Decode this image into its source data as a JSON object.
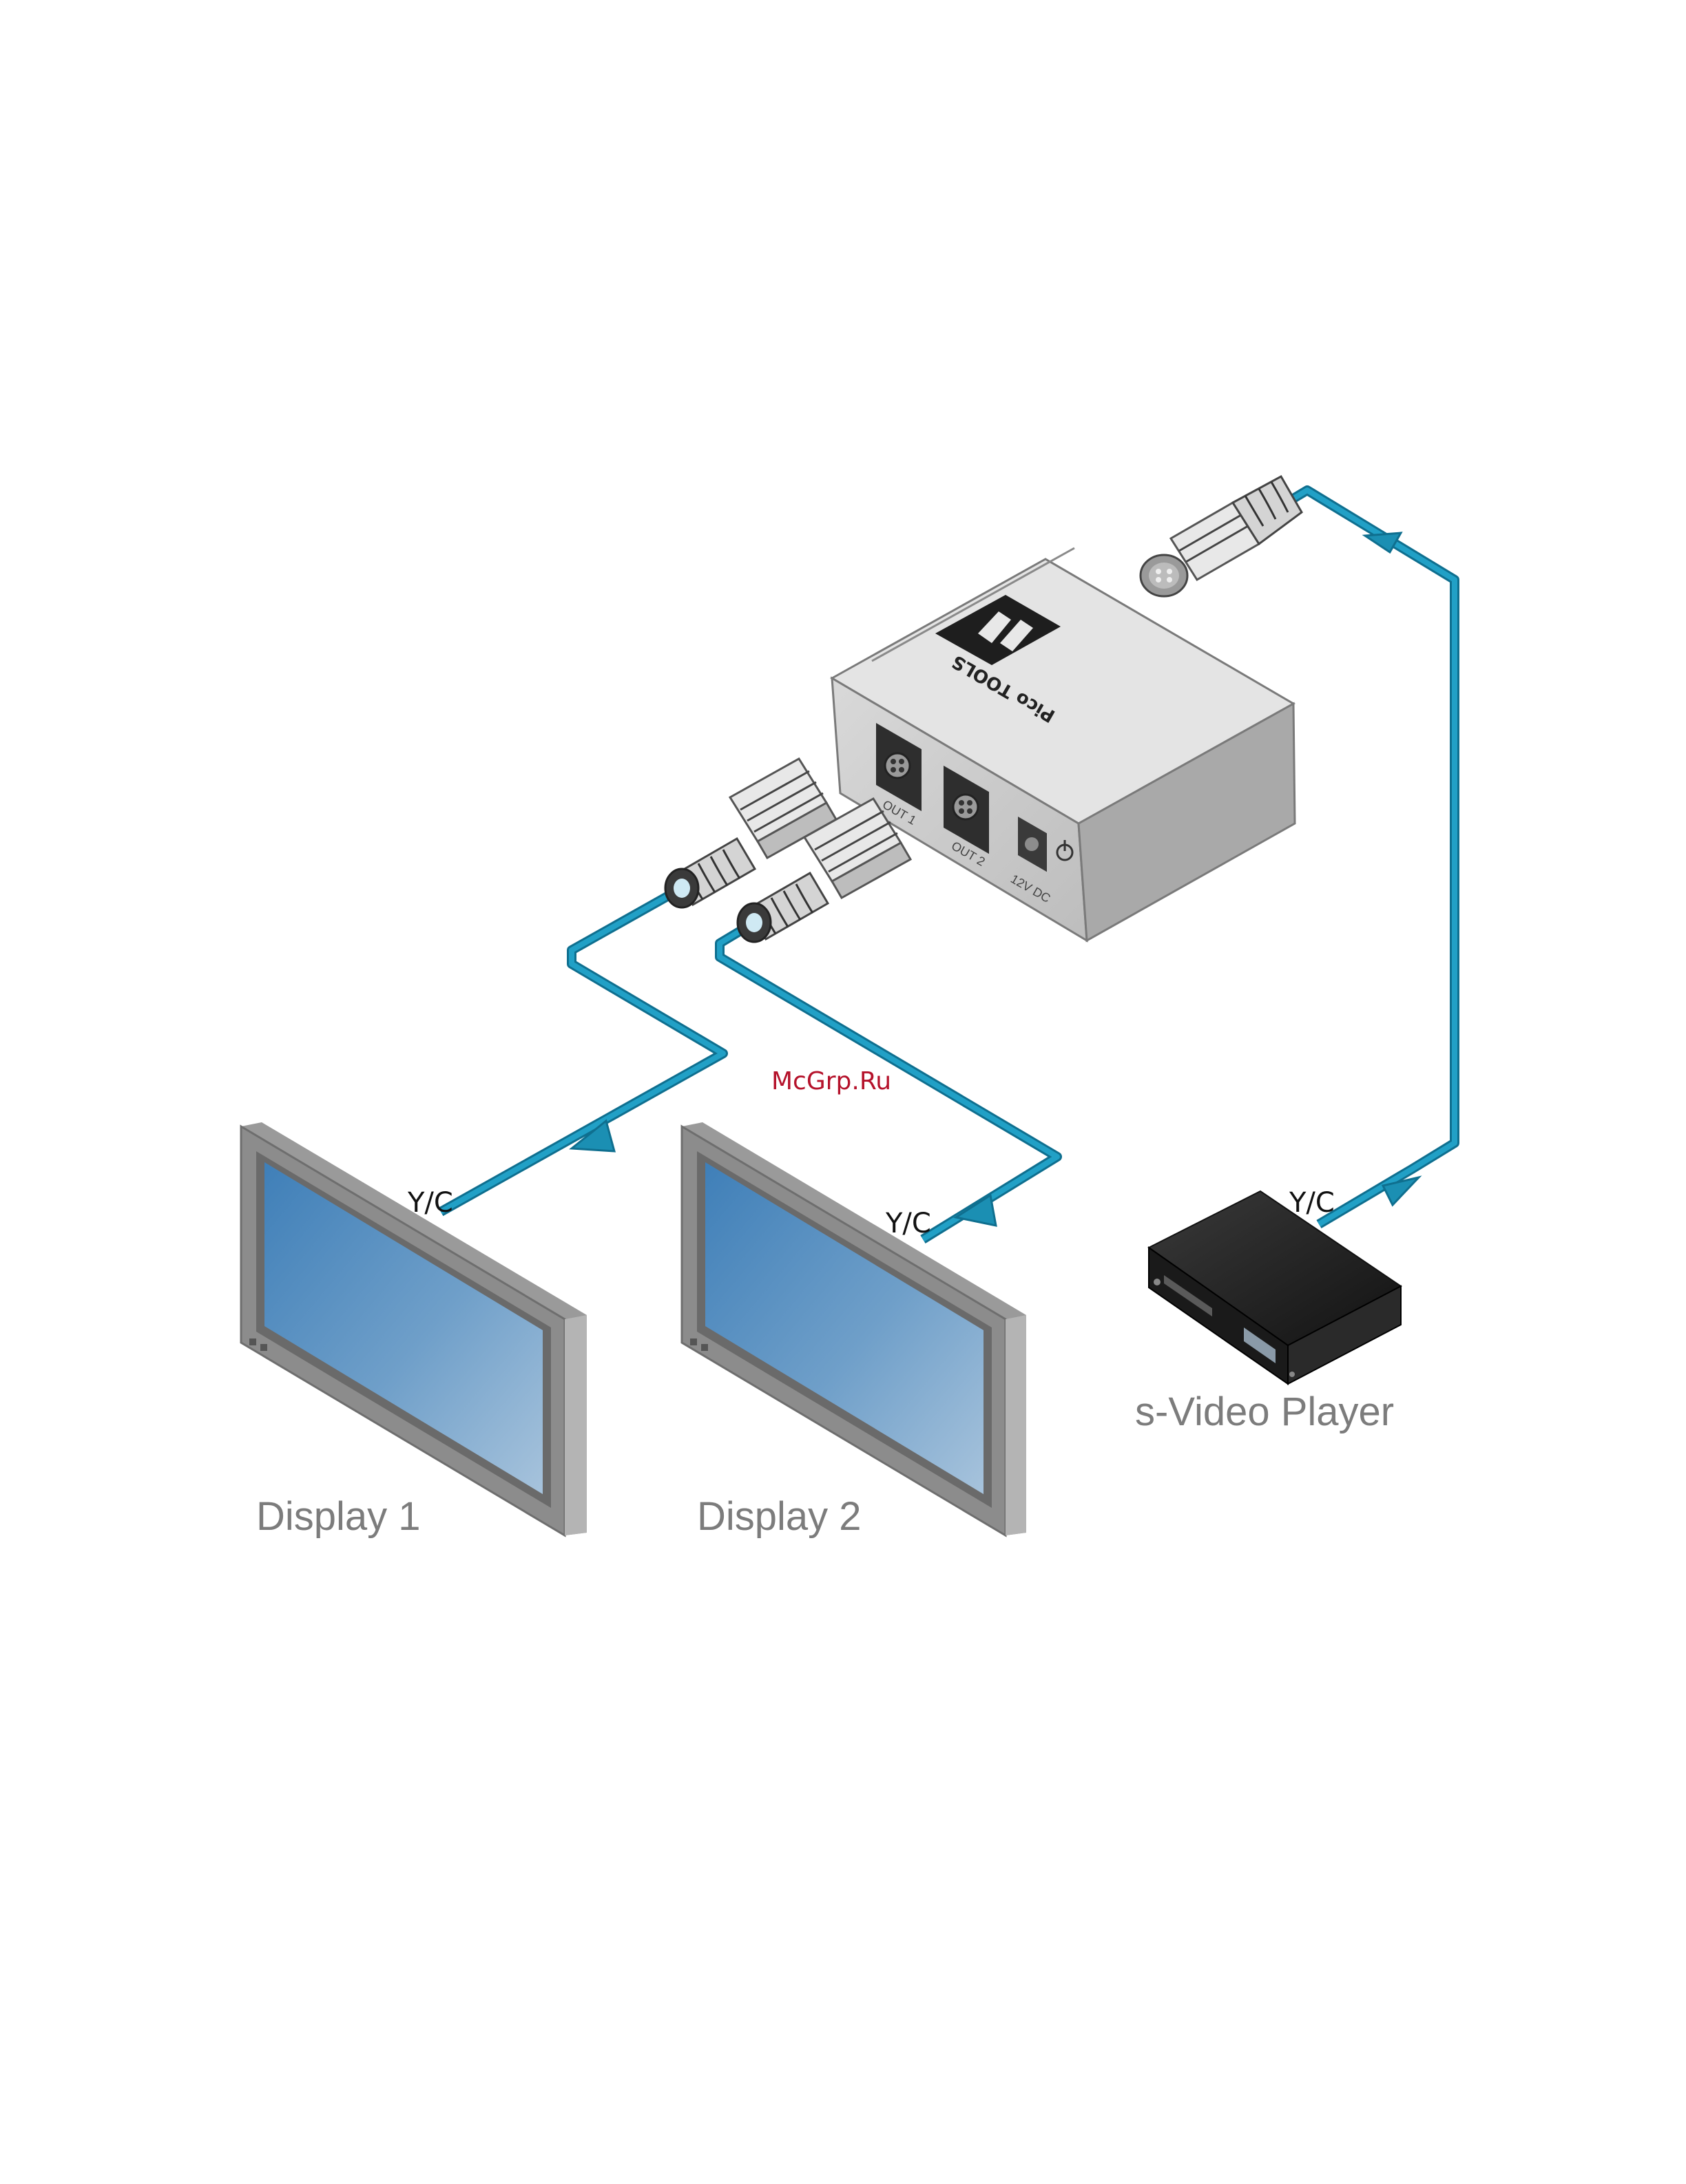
{
  "watermark": "McGrp.Ru",
  "device": {
    "brand_text": "Pico TOOLS",
    "ports": {
      "out1": "OUT 1",
      "out2": "OUT 2",
      "power": "12V DC"
    }
  },
  "labels": {
    "display1": "Display 1",
    "display2": "Display 2",
    "player": "s-Video Player",
    "signal_display1": "Y/C",
    "signal_display2": "Y/C",
    "signal_player": "Y/C"
  },
  "colors": {
    "cable": "#1b8fb3",
    "cable_dark": "#0f6f8f",
    "watermark": "#b5122b",
    "label_gray": "#7c7c7c",
    "screen_blue": "#4a88bf",
    "bezel_gray": "#8c8c8c"
  }
}
